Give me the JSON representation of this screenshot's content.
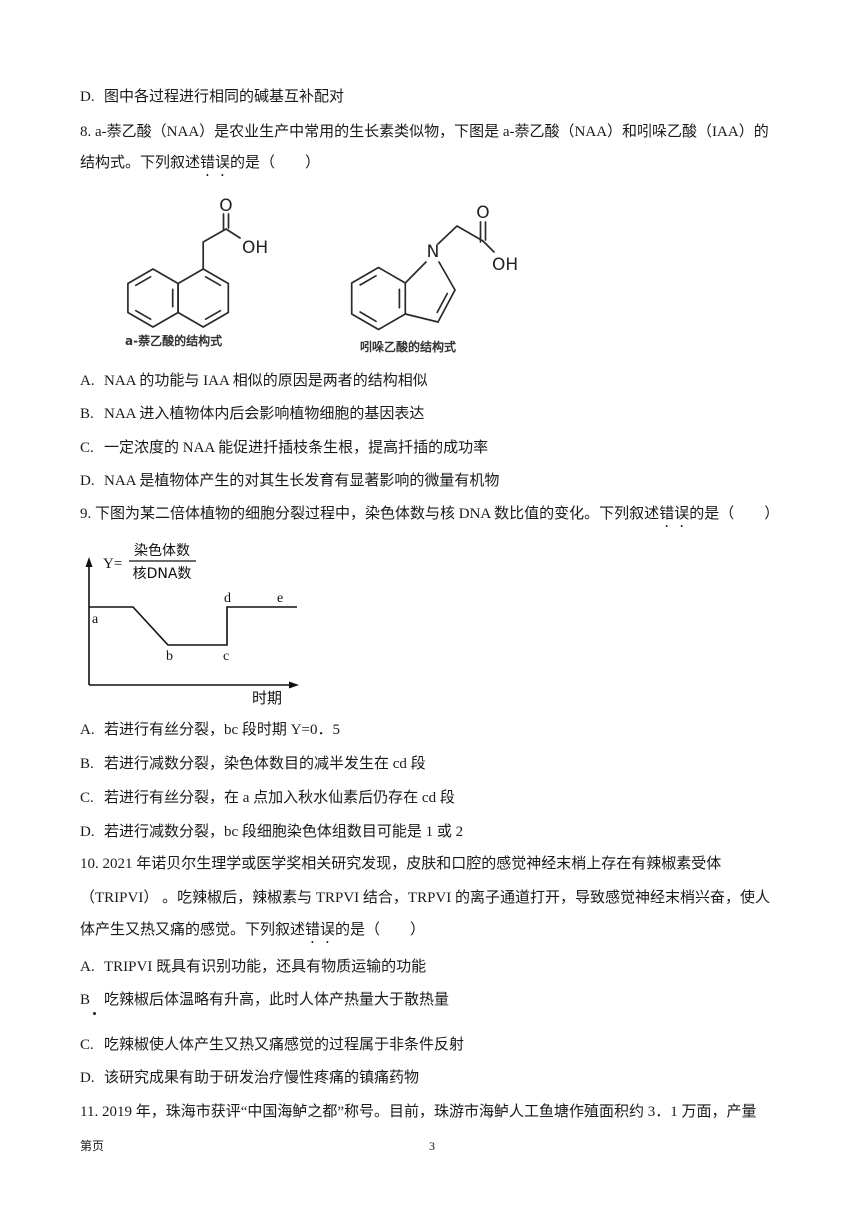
{
  "q7": {
    "option_d": {
      "label": "D.",
      "text": "图中各过程进行相同的碱基互补配对"
    }
  },
  "q8": {
    "stem_line1": "8. a-萘乙酸（NAA）是农业生产中常用的生长素类似物，下图是 a-萘乙酸（NAA）和吲哚乙酸（IAA）的",
    "stem_line2": {
      "pre": "结构式。下列叙述",
      "emph": "错误",
      "post": "的是（　　）"
    },
    "figure": {
      "naa": {
        "o": "O",
        "oh": "OH",
        "label": "a-萘乙酸的结构式"
      },
      "iaa": {
        "n": "N",
        "o": "O",
        "oh": "OH",
        "label": "吲哚乙酸的结构式"
      }
    },
    "options": [
      {
        "label": "A.",
        "text": "NAA 的功能与 IAA 相似的原因是两者的结构相似"
      },
      {
        "label": "B.",
        "text": "NAA 进入植物体内后会影响植物细胞的基因表达"
      },
      {
        "label": "C.",
        "text": "一定浓度的 NAA 能促进扦插枝条生根，提高扦插的成功率"
      },
      {
        "label": "D.",
        "text": "NAA 是植物体产生的对其生长发育有显著影响的微量有机物"
      }
    ]
  },
  "q9": {
    "stem": {
      "pre": "9. 下图为某二倍体植物的细胞分裂过程中，染色体数与核 DNA 数比值的变化。下列叙述",
      "emph": "错误",
      "post": "的是（　　）"
    },
    "figure": {
      "y_prefix": "Y=",
      "numerator": "染色体数",
      "denominator": "核DNA数",
      "point_labels": [
        "a",
        "b",
        "c",
        "d",
        "e"
      ],
      "x_label": "时期"
    },
    "options": [
      {
        "label": "A.",
        "text": "若进行有丝分裂，bc 段时期 Y=0．5"
      },
      {
        "label": "B.",
        "text": "若进行减数分裂，染色体数目的减半发生在 cd 段"
      },
      {
        "label": "C.",
        "text": "若进行有丝分裂，在 a 点加入秋水仙素后仍存在 cd 段"
      },
      {
        "label": "D.",
        "text": "若进行减数分裂，bc 段细胞染色体组数目可能是 1 或 2"
      }
    ]
  },
  "q10": {
    "stem_line1": "10. 2021 年诺贝尔生理学或医学奖相关研究发现，皮肤和口腔的感觉神经末梢上存在有辣椒素受体",
    "stem_line2": "（TRIPVI） 。吃辣椒后，辣椒素与 TRPVI 结合，TRPVI 的离子通道打开，导致感觉神经末梢兴奋，使人",
    "stem_line3": {
      "pre": "体产生又热又痛的感觉。下列叙述",
      "emph": "错误",
      "post": "的是（　　）"
    },
    "options": [
      {
        "label": "A.",
        "text": "TRIPVI 既具有识别功能，还具有物质运输的功能"
      },
      {
        "label": "B",
        "text": "吃辣椒后体温略有升高，此时人体产热量大于散热量"
      },
      {
        "label": "C.",
        "text": "吃辣椒使人体产生又热又痛感觉的过程属于非条件反射"
      },
      {
        "label": "D.",
        "text": "该研究成果有助于研发治疗慢性疼痛的镇痛药物"
      }
    ]
  },
  "q11": {
    "stem_line1": "11. 2019 年，珠海市获评“中国海鲈之都”称号。目前，珠游市海鲈人工鱼塘作殖面积约 3．1 万面，产量"
  },
  "footer": {
    "page_label": "第页",
    "page_number": "3"
  }
}
